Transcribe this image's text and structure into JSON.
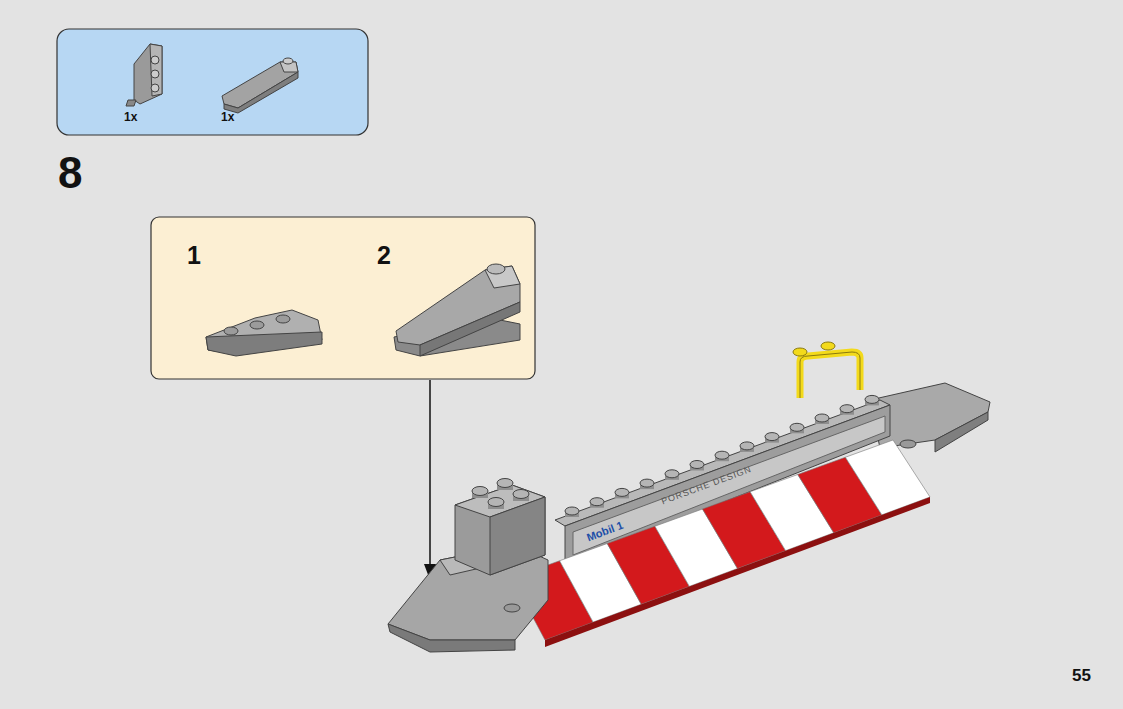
{
  "diagram": {
    "nodes": [
      {
        "text": [
          "1x",
          "1x"
        ]
      },
      {
        "text": [
          "1",
          "2"
        ]
      }
    ],
    "labels": [
      "8",
      "Mobil 1",
      "PORSCHE DESIGN",
      "55"
    ]
  }
}
